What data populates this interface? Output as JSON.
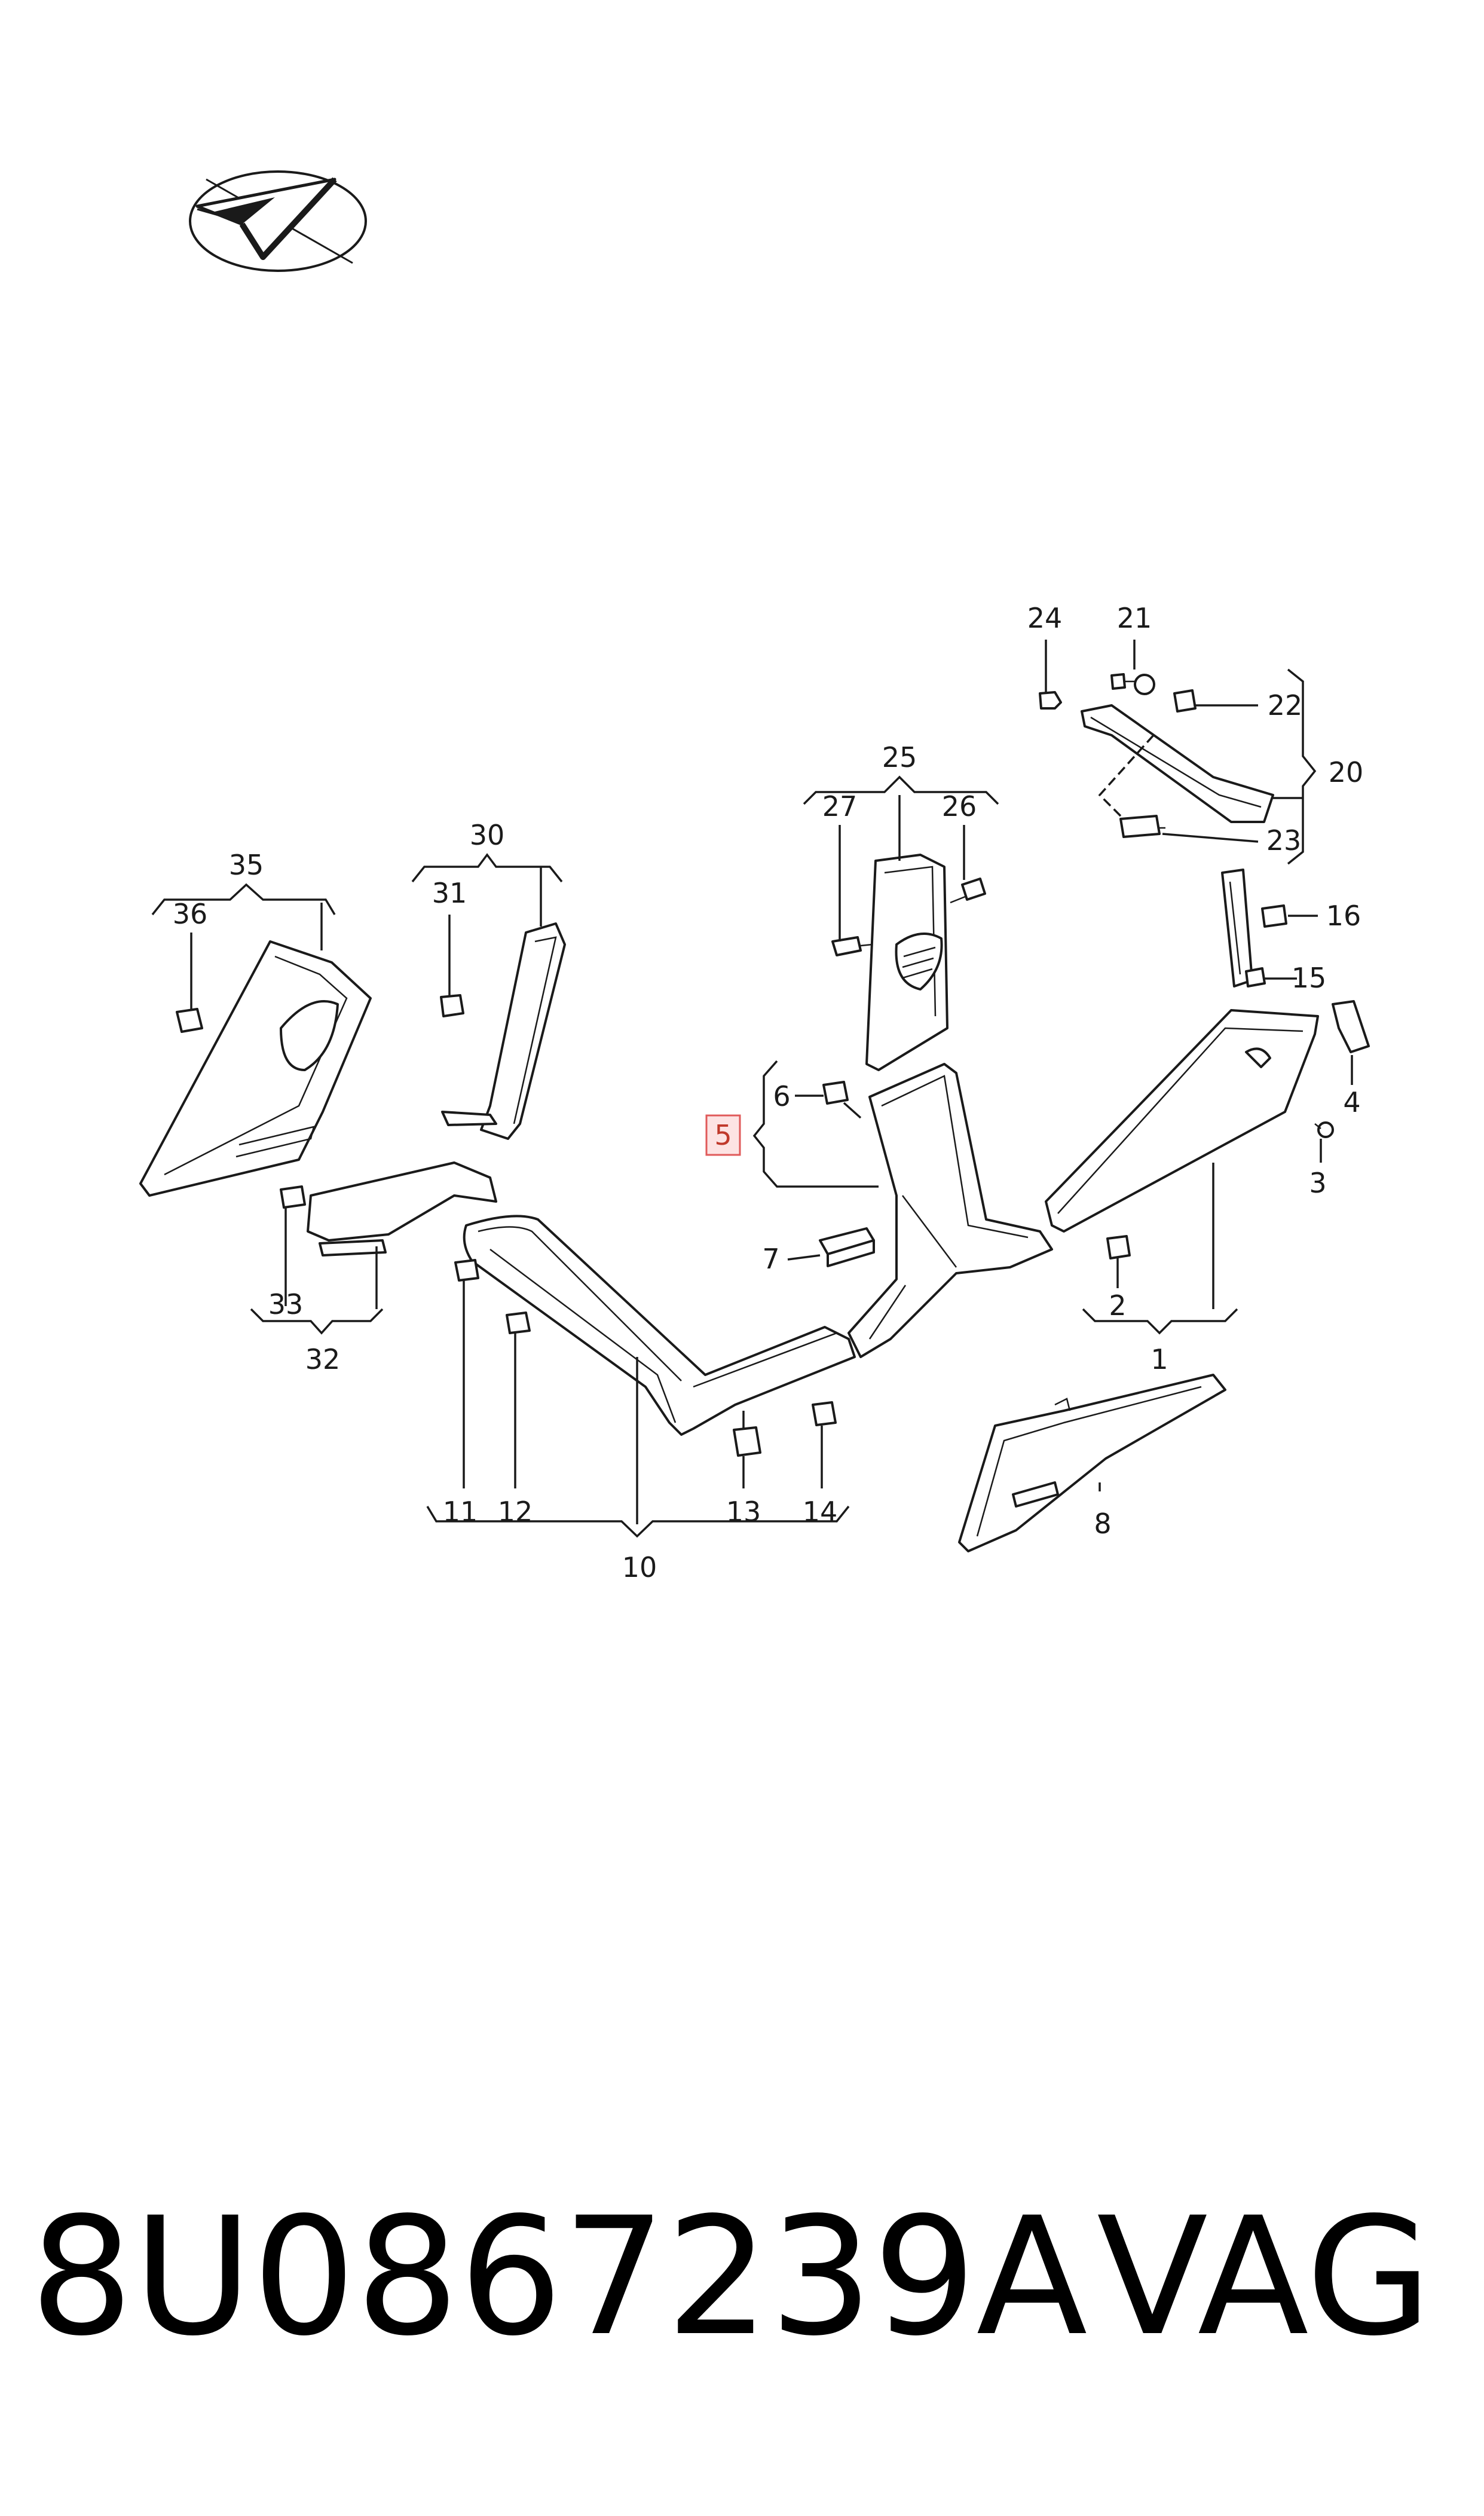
{
  "logo": {
    "icon": "paper-plane-check-logo-icon"
  },
  "caption": {
    "part_number": "8U0867239A",
    "brand": "VAG"
  },
  "highlighted_callout": "5",
  "callouts": {
    "c1": "1",
    "c2": "2",
    "c3": "3",
    "c4": "4",
    "c5": "5",
    "c6": "6",
    "c7": "7",
    "c8": "8",
    "c10": "10",
    "c11": "11",
    "c12": "12",
    "c13": "13",
    "c14": "14",
    "c15": "15",
    "c16": "16",
    "c20": "20",
    "c21": "21",
    "c22": "22",
    "c23": "23",
    "c24": "24",
    "c25": "25",
    "c26": "26",
    "c27": "27",
    "c30": "30",
    "c31": "31",
    "c32": "32",
    "c33": "33",
    "c35": "35",
    "c36": "36"
  }
}
